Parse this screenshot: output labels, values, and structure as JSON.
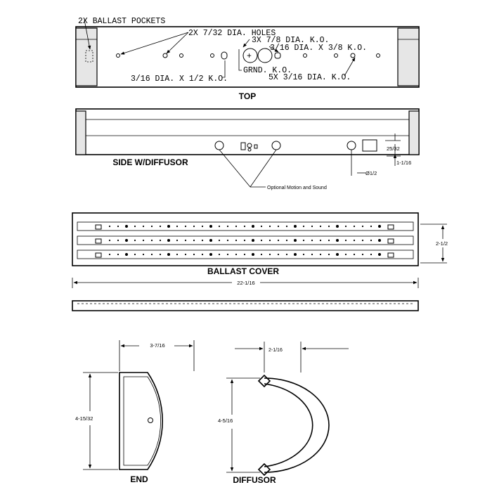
{
  "views": {
    "top": {
      "title": "TOP",
      "callouts": {
        "ballast_pockets": "2X BALLAST POCKETS",
        "dia_holes": "2X 7/32 DIA. HOLES",
        "ko_7_8": "3X 7/8 DIA. K.O.",
        "ko_3_16_x_3_8": "3/16 DIA. X 3/8 K.O.",
        "grnd_ko": "GRND. K.O.",
        "ko_5x_3_16": "5X 3/16 DIA. K.O.",
        "ko_3_16_x_1_2": "3/16 DIA. X 1/2 K.O."
      }
    },
    "side": {
      "title": "SIDE W/DIFFUSOR",
      "note": "Optional Motion and Sound",
      "dims": {
        "height": "25/32",
        "offset": "1-1/16",
        "hole": "Ø1/2"
      }
    },
    "ballast_cover": {
      "title": "BALLAST COVER",
      "dims": {
        "width": "2-1/2",
        "length": "22-1/16"
      }
    },
    "end": {
      "title": "END",
      "dims": {
        "width": "3-7/16",
        "height": "4-15/32"
      }
    },
    "diffusor": {
      "title": "DIFFUSOR",
      "dims": {
        "width": "2-1/16",
        "height": "4-5/16"
      }
    }
  }
}
